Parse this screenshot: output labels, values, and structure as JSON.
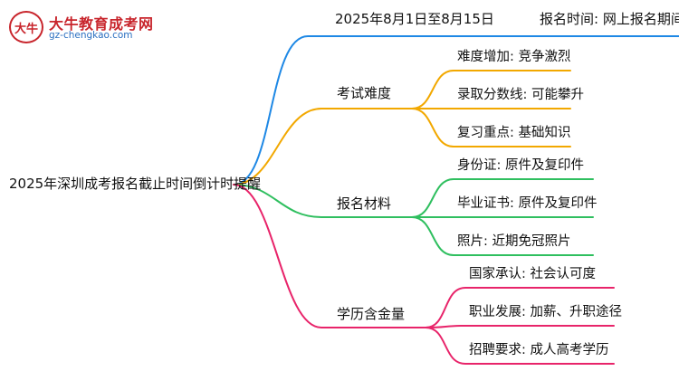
{
  "logo": {
    "badge": "大牛",
    "title": "大牛教育成考网",
    "url": "gz-chengkao.com"
  },
  "root": "2025年深圳成考报名截止时间倒计时提醒",
  "branches": [
    {
      "label": "2025年8月1日至8月15日",
      "color": "#1e88e5",
      "leaves": []
    },
    {
      "label": "报名时间: 网上报名期间",
      "color": "#1e88e5",
      "leaves": []
    },
    {
      "label": "考试难度",
      "color": "#f2a800",
      "leaves": [
        "难度增加: 竞争激烈",
        "录取分数线: 可能攀升",
        "复习重点: 基础知识"
      ]
    },
    {
      "label": "报名材料",
      "color": "#2fbf5f",
      "leaves": [
        "身份证: 原件及复印件",
        "毕业证书: 原件及复印件",
        "照片: 近期免冠照片"
      ]
    },
    {
      "label": "学历含金量",
      "color": "#e8246a",
      "leaves": [
        "国家承认: 社会认可度",
        "职业发展: 加薪、升职途径",
        "招聘要求: 成人高考学历"
      ]
    }
  ]
}
